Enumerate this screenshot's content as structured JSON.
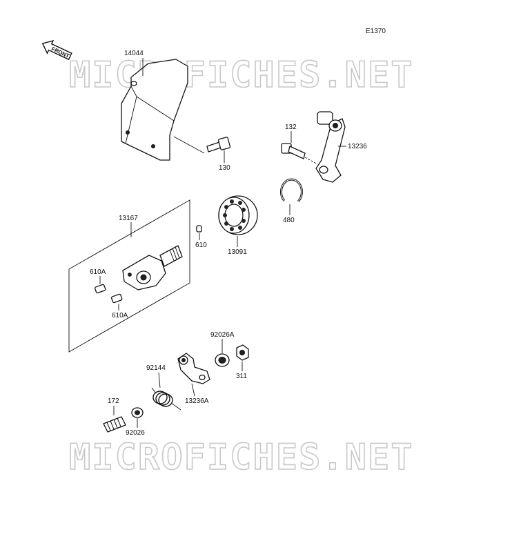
{
  "diagram_code": "E1370",
  "front_arrow_label": "FRONT",
  "watermarks": [
    "MICROFICHES.NET",
    "MICROFICHES.NET"
  ],
  "parts": [
    {
      "id": "p14044",
      "number": "14044"
    },
    {
      "id": "p130",
      "number": "130"
    },
    {
      "id": "p132",
      "number": "132"
    },
    {
      "id": "p13236",
      "number": "13236"
    },
    {
      "id": "p480",
      "number": "480"
    },
    {
      "id": "p13167",
      "number": "13167"
    },
    {
      "id": "p610",
      "number": "610"
    },
    {
      "id": "p13091",
      "number": "13091"
    },
    {
      "id": "p610A1",
      "number": "610A"
    },
    {
      "id": "p610A2",
      "number": "610A"
    },
    {
      "id": "p92026A",
      "number": "92026A"
    },
    {
      "id": "p311",
      "number": "311"
    },
    {
      "id": "p92144",
      "number": "92144"
    },
    {
      "id": "p13236A",
      "number": "13236A"
    },
    {
      "id": "p172",
      "number": "172"
    },
    {
      "id": "p92026",
      "number": "92026"
    }
  ]
}
